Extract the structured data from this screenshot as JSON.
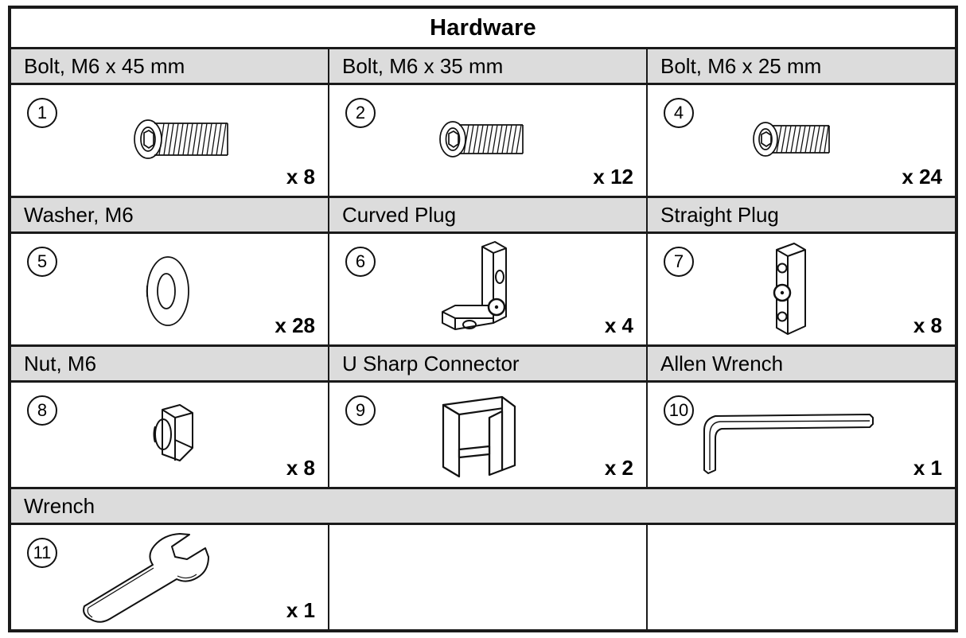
{
  "document": {
    "title": "Hardware",
    "kind": "hardware-parts-list",
    "colors": {
      "band_background": "#dcdcdc",
      "line": "#1a1a1a",
      "page_background": "#ffffff",
      "text": "#000000"
    }
  },
  "rows": [
    {
      "cells": [
        {
          "label": "Bolt,  M6 x 45 mm",
          "number": "1",
          "quantity": "x 8",
          "icon": "bolt-icon",
          "art": "bolt-long"
        },
        {
          "label": "Bolt,  M6 x 35 mm",
          "number": "2",
          "quantity": "x 12",
          "icon": "bolt-icon",
          "art": "bolt-medium"
        },
        {
          "label": "Bolt,  M6 x 25 mm",
          "number": "4",
          "quantity": "x 24",
          "icon": "bolt-icon",
          "art": "bolt-short"
        }
      ]
    },
    {
      "cells": [
        {
          "label": "Washer, M6",
          "number": "5",
          "quantity": "x 28",
          "icon": "washer-icon",
          "art": "washer"
        },
        {
          "label": "Curved Plug",
          "number": "6",
          "quantity": "x 4",
          "icon": "curved-plug-icon",
          "art": "curved-plug"
        },
        {
          "label": "Straight Plug",
          "number": "7",
          "quantity": "x 8",
          "icon": "straight-plug-icon",
          "art": "straight-plug"
        }
      ]
    },
    {
      "cells": [
        {
          "label": "Nut, M6",
          "number": "8",
          "quantity": "x 8",
          "icon": "nut-icon",
          "art": "nut"
        },
        {
          "label": "U Sharp Connector",
          "number": "9",
          "quantity": "x 2",
          "icon": "u-connector-icon",
          "art": "u-connector"
        },
        {
          "label": "Allen Wrench",
          "number": "10",
          "quantity": "x 1",
          "icon": "allen-wrench-icon",
          "art": "allen-wrench"
        }
      ]
    },
    {
      "cells": [
        {
          "label": "Wrench",
          "number": "11",
          "quantity": "x 1",
          "icon": "wrench-icon",
          "art": "wrench"
        },
        {
          "label": "",
          "number": "",
          "quantity": "",
          "icon": "",
          "art": ""
        },
        {
          "label": "",
          "number": "",
          "quantity": "",
          "icon": "",
          "art": ""
        }
      ]
    }
  ]
}
